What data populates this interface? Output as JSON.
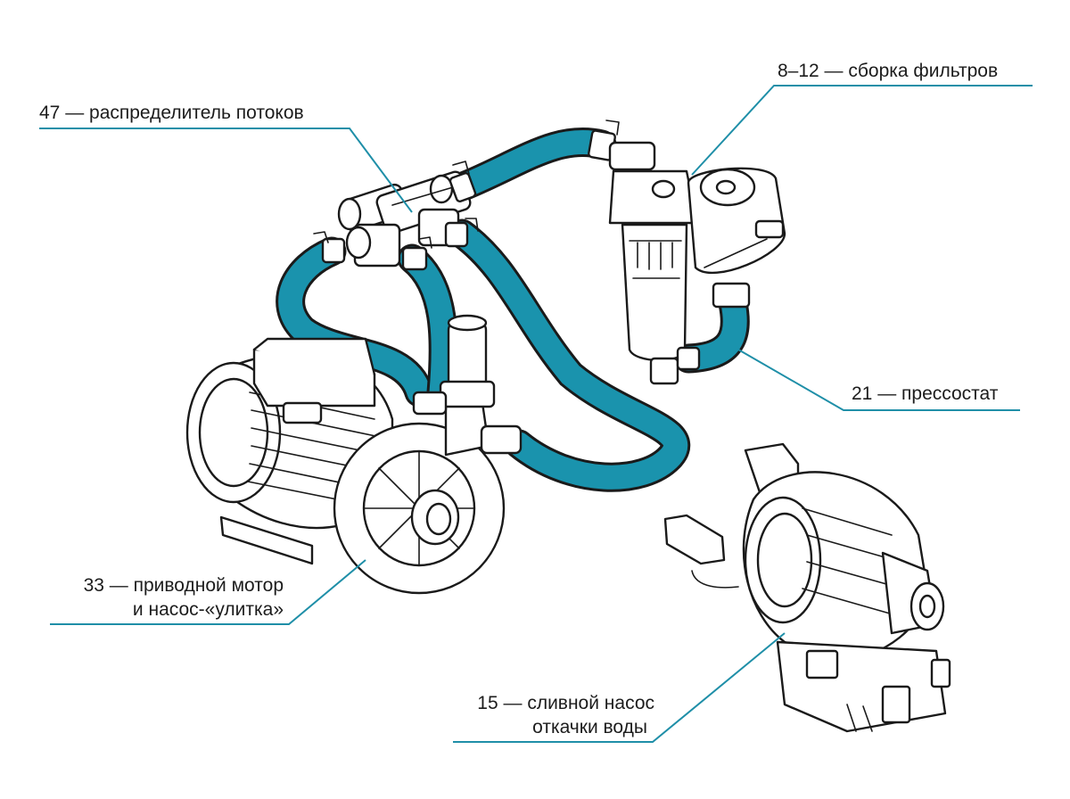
{
  "colors": {
    "hose": "#1a93ad",
    "leader": "#1f8fa8",
    "ink": "#1a1a1a",
    "text": "#1c1c1c"
  },
  "labels": {
    "distributor": "47 — распределитель потоков",
    "filters": "8–12 — сборка фильтров",
    "pressure_switch": "21 — прессостат",
    "motor_line1": "33 — приводной мотор",
    "motor_line2": "и насос-«улитка»",
    "drain_line1": "15 — сливной насос",
    "drain_line2": "откачки воды"
  }
}
